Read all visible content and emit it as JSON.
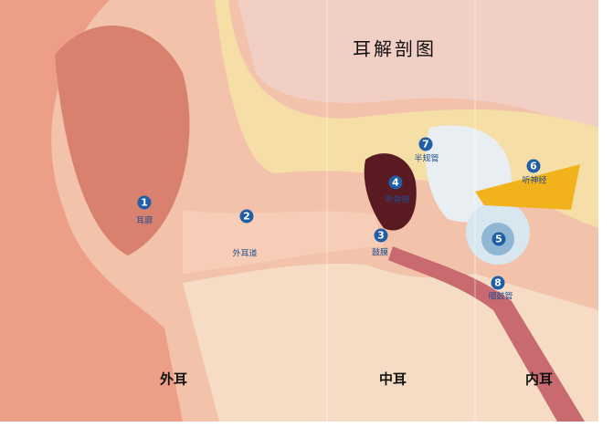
{
  "title": "耳解剖图",
  "labels": [
    {
      "n": "1",
      "text": "耳廓"
    },
    {
      "n": "2",
      "text": "外耳道"
    },
    {
      "n": "3",
      "text": "鼓膜"
    },
    {
      "n": "4",
      "text": "听骨链"
    },
    {
      "n": "5",
      "text": ""
    },
    {
      "n": "6",
      "text": "听神经"
    },
    {
      "n": "7",
      "text": "半规管"
    },
    {
      "n": "8",
      "text": "咽鼓管"
    }
  ],
  "regions": [
    "外耳",
    "中耳",
    "内耳"
  ],
  "colors": {
    "skin": "#f2b9a0",
    "bone": "#f6dfa6",
    "nerve": "#f2b21c",
    "brain": "#f1cfc4",
    "label": "#1f5fa8"
  }
}
